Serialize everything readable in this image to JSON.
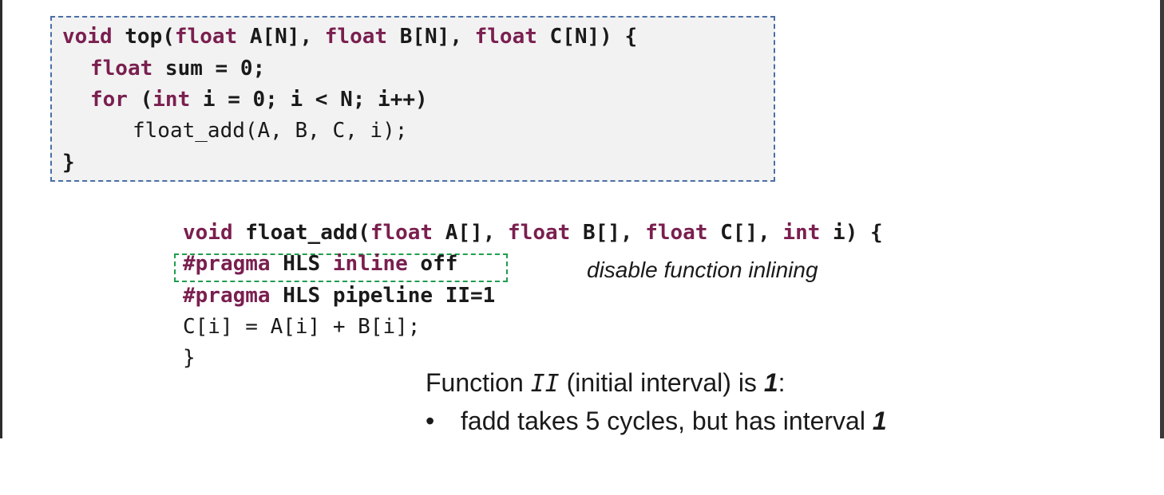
{
  "top_code": {
    "line1": {
      "kw1": "void",
      "t1": " top(",
      "kw2": "float",
      "t2": " A[N], ",
      "kw3": "float",
      "t3": " B[N], ",
      "kw4": "float",
      "t4": " C[N]) {"
    },
    "line2": {
      "kw1": "float",
      "t1": " sum = 0;"
    },
    "line3": {
      "kw1": "for",
      "t1": " (",
      "kw2": "int",
      "t2": " i = 0; i < N; i++)"
    },
    "line4": "float_add(A, B, C, i);",
    "line5": "}"
  },
  "float_add_code": {
    "line1": {
      "kw1": "void",
      "t1": " float_add(",
      "kw2": "float",
      "t2": " A[], ",
      "kw3": "float",
      "t3": " B[], ",
      "kw4": "float",
      "t4": " C[], ",
      "kw5": "int",
      "t5": " i) {"
    },
    "line2": {
      "kw1": "#pragma",
      "t1": " HLS ",
      "kw2": "inline",
      "t2": " off"
    },
    "line3": {
      "kw1": "#pragma",
      "t1": " HLS pipeline II=1"
    },
    "line4": "C[i] = A[i] + B[i];",
    "line5": "}"
  },
  "annotation": "disable function inlining",
  "function_ii": {
    "prefix": "Function ",
    "ii": "II",
    "middle": " (initial interval) is ",
    "value": "1",
    "suffix": ":"
  },
  "bullet": {
    "marker": "•",
    "text": "fadd takes 5 cycles, but has interval ",
    "value": "1"
  },
  "colors": {
    "keyword": "#7a1f4f",
    "code_box_border": "#4a6fa5",
    "pragma_box_border": "#1f9e4e",
    "code_box_bg": "#f2f2f2"
  }
}
